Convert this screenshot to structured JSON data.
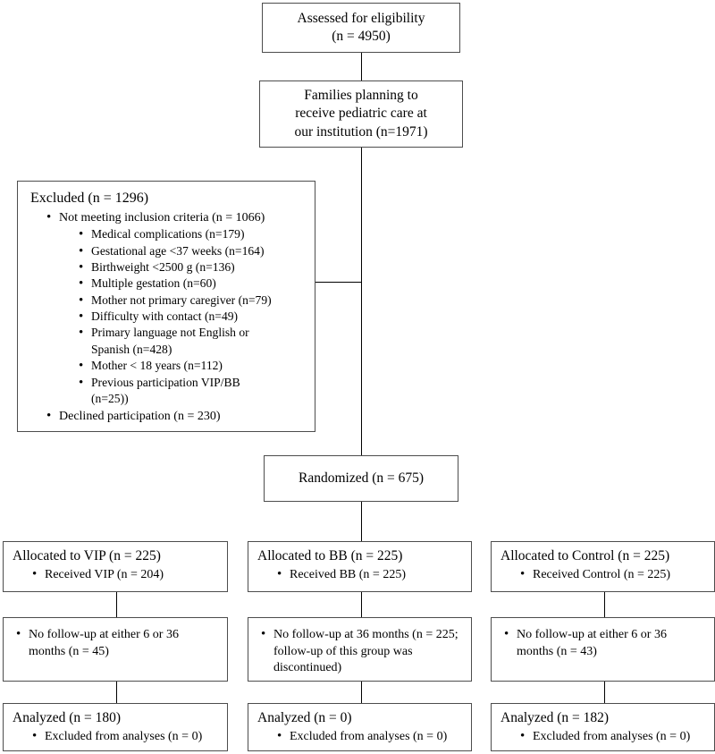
{
  "diagram": {
    "type": "consort-flow-diagram",
    "title": "CONSORT participant flow diagram"
  },
  "nodes": {
    "assessed": {
      "line1": "Assessed for eligibility",
      "line2": "(n = 4950)"
    },
    "families": {
      "line1": "Families planning to",
      "line2": "receive pediatric care at",
      "line3": "our institution (n=1971)"
    },
    "excluded": {
      "heading": "Excluded (n = 1296)",
      "items": [
        {
          "label": "Not meeting inclusion criteria (n = 1066)",
          "subitems": [
            "Medical complications (n=179)",
            "Gestational age <37 weeks (n=164)",
            "Birthweight <2500 g (n=136)",
            "Multiple gestation (n=60)",
            "Mother not primary caregiver (n=79)",
            "Difficulty with contact (n=49)",
            "Primary language not English or Spanish (n=428)",
            "Mother < 18 years (n=112)",
            "Previous participation VIP/BB (n=25))"
          ]
        },
        {
          "label": "Declined participation (n = 230)",
          "subitems": []
        }
      ]
    },
    "randomized": {
      "label": "Randomized (n = 675)"
    }
  },
  "arms": [
    {
      "id": "vip",
      "allocation": {
        "heading": "Allocated to VIP (n = 225)",
        "bullets": [
          "Received VIP (n = 204)"
        ]
      },
      "followup": {
        "bullets": [
          "No follow-up at either 6 or 36 months (n = 45)"
        ]
      },
      "analysis": {
        "heading": "Analyzed (n = 180)",
        "bullets": [
          "Excluded from analyses (n = 0)"
        ]
      }
    },
    {
      "id": "bb",
      "allocation": {
        "heading": "Allocated to BB (n = 225)",
        "bullets": [
          "Received BB (n = 225)"
        ]
      },
      "followup": {
        "bullets": [
          "No follow-up at 36 months (n = 225; follow-up of this group was discontinued)"
        ]
      },
      "analysis": {
        "heading": "Analyzed (n = 0)",
        "bullets": [
          "Excluded from analyses (n = 0)"
        ]
      }
    },
    {
      "id": "control",
      "allocation": {
        "heading": "Allocated to Control (n = 225)",
        "bullets": [
          "Received Control (n = 225)"
        ]
      },
      "followup": {
        "bullets": [
          "No follow-up at either 6 or 36 months (n = 43)"
        ]
      },
      "analysis": {
        "heading": "Analyzed (n = 182)",
        "bullets": [
          "Excluded from analyses (n = 0)"
        ]
      }
    }
  ],
  "colors": {
    "border": "#4d4d4d",
    "connector": "#000000",
    "background": "#ffffff",
    "text": "#000000"
  }
}
